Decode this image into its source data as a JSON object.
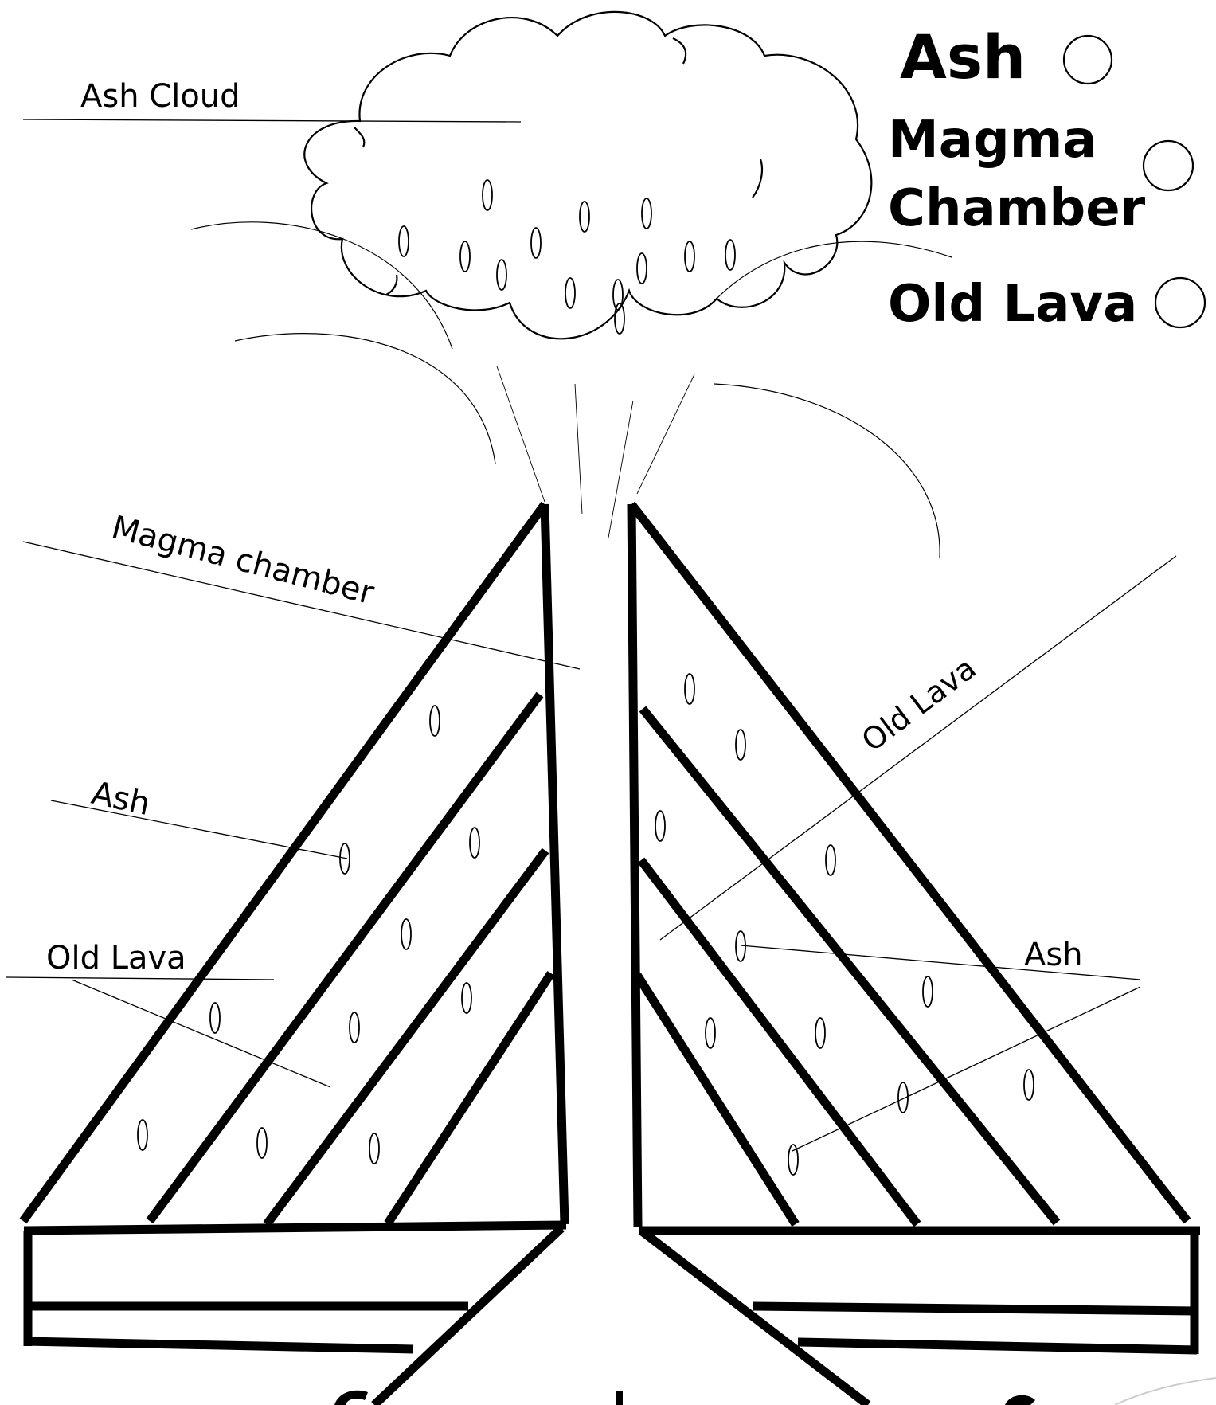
{
  "legend": {
    "items": [
      {
        "label": "Ash"
      },
      {
        "label": "Magma"
      },
      {
        "label": "Chamber"
      },
      {
        "label": "Old Lava"
      }
    ]
  },
  "labels": {
    "ash_cloud": "Ash Cloud",
    "magma_chamber": "Magma chamber",
    "ash_left": "Ash",
    "old_lava_left": "Old Lava",
    "old_lava_right": "Old Lava",
    "ash_right": "Ash"
  },
  "colors": {
    "ink": "#000000",
    "paper": "#ffffff"
  }
}
